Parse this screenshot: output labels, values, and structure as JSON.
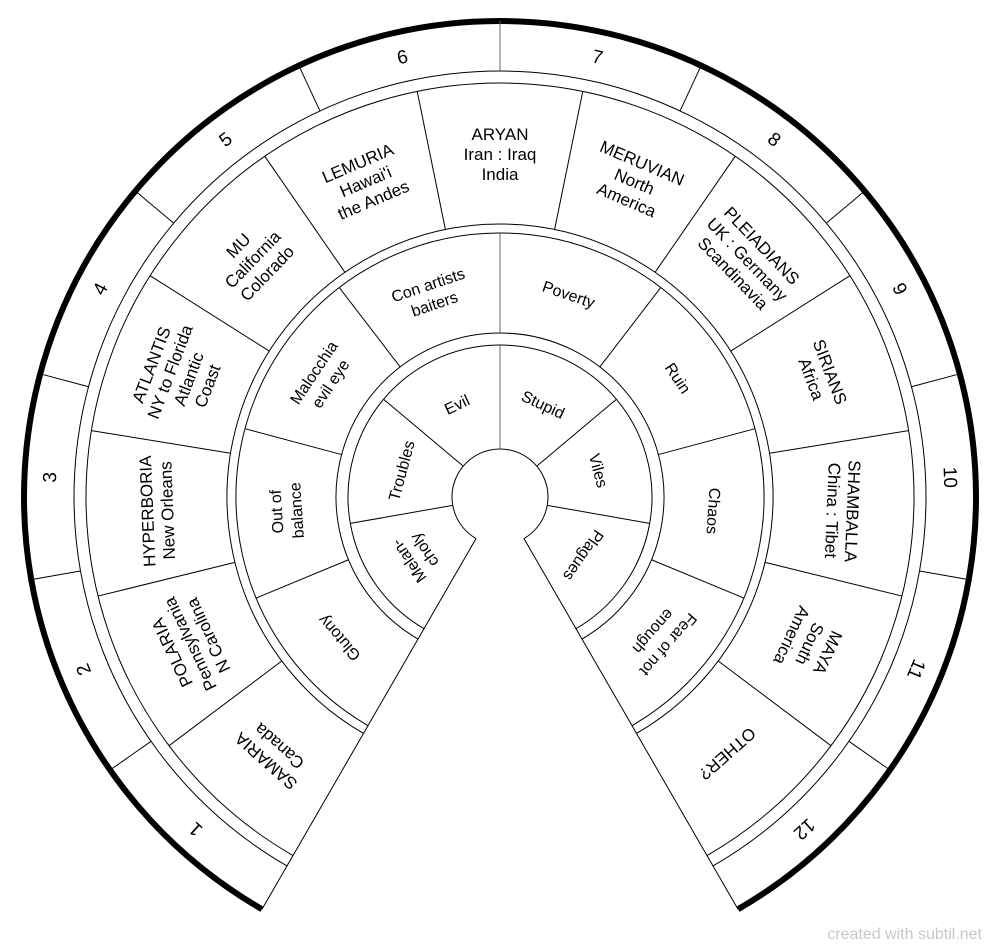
{
  "numbers": [
    "1",
    "2",
    "3",
    "4",
    "5",
    "6",
    "7",
    "8",
    "9",
    "10",
    "11",
    "12"
  ],
  "regions": [
    {
      "lines": [
        "SAMARIA",
        "Canada"
      ]
    },
    {
      "lines": [
        "POLARIA",
        "Pennsylvania",
        "N Carolina"
      ]
    },
    {
      "lines": [
        "HYPERBORIA",
        "New Orleans"
      ]
    },
    {
      "lines": [
        "ATLANTIS",
        "NY to Florida",
        "Atlantic",
        "Coast"
      ]
    },
    {
      "lines": [
        "MU",
        "California",
        "Colorado"
      ]
    },
    {
      "lines": [
        "LEMURIA",
        "Hawai'i",
        "the Andes"
      ]
    },
    {
      "lines": [
        "ARYAN",
        "Iran : Iraq",
        "India"
      ]
    },
    {
      "lines": [
        "MERUVIAN",
        "North",
        "America"
      ]
    },
    {
      "lines": [
        "PLEIADIANS",
        "UK : Germany",
        "Scandinavia"
      ]
    },
    {
      "lines": [
        "SIRIANS",
        "Africa"
      ]
    },
    {
      "lines": [
        "SHAMBALLA",
        "China : Tibet"
      ]
    },
    {
      "lines": [
        "MAYA",
        "South",
        "America"
      ]
    },
    {
      "lines": [
        "OTHER?"
      ]
    }
  ],
  "middle": [
    {
      "lines": [
        "Glutony"
      ]
    },
    {
      "lines": [
        "Out of",
        "balance"
      ]
    },
    {
      "lines": [
        "Malocchia",
        "evil eye"
      ]
    },
    {
      "lines": [
        "Con artists",
        "baiters"
      ]
    },
    {
      "lines": [
        "Poverty"
      ]
    },
    {
      "lines": [
        "Ruin"
      ]
    },
    {
      "lines": [
        "Chaos"
      ]
    },
    {
      "lines": [
        "Fear of not",
        "enough"
      ]
    }
  ],
  "inner": [
    {
      "lines": [
        "Melan-",
        "choly"
      ]
    },
    {
      "lines": [
        "Troubles"
      ]
    },
    {
      "lines": [
        "Evil"
      ]
    },
    {
      "lines": [
        "Stupid"
      ]
    },
    {
      "lines": [
        "Viles"
      ]
    },
    {
      "lines": [
        "Plagues"
      ]
    }
  ],
  "watermark": "created with subtil.net",
  "colors": {
    "line": "#000000",
    "axis_line": "#666666",
    "watermark": "#c8c8c8"
  }
}
